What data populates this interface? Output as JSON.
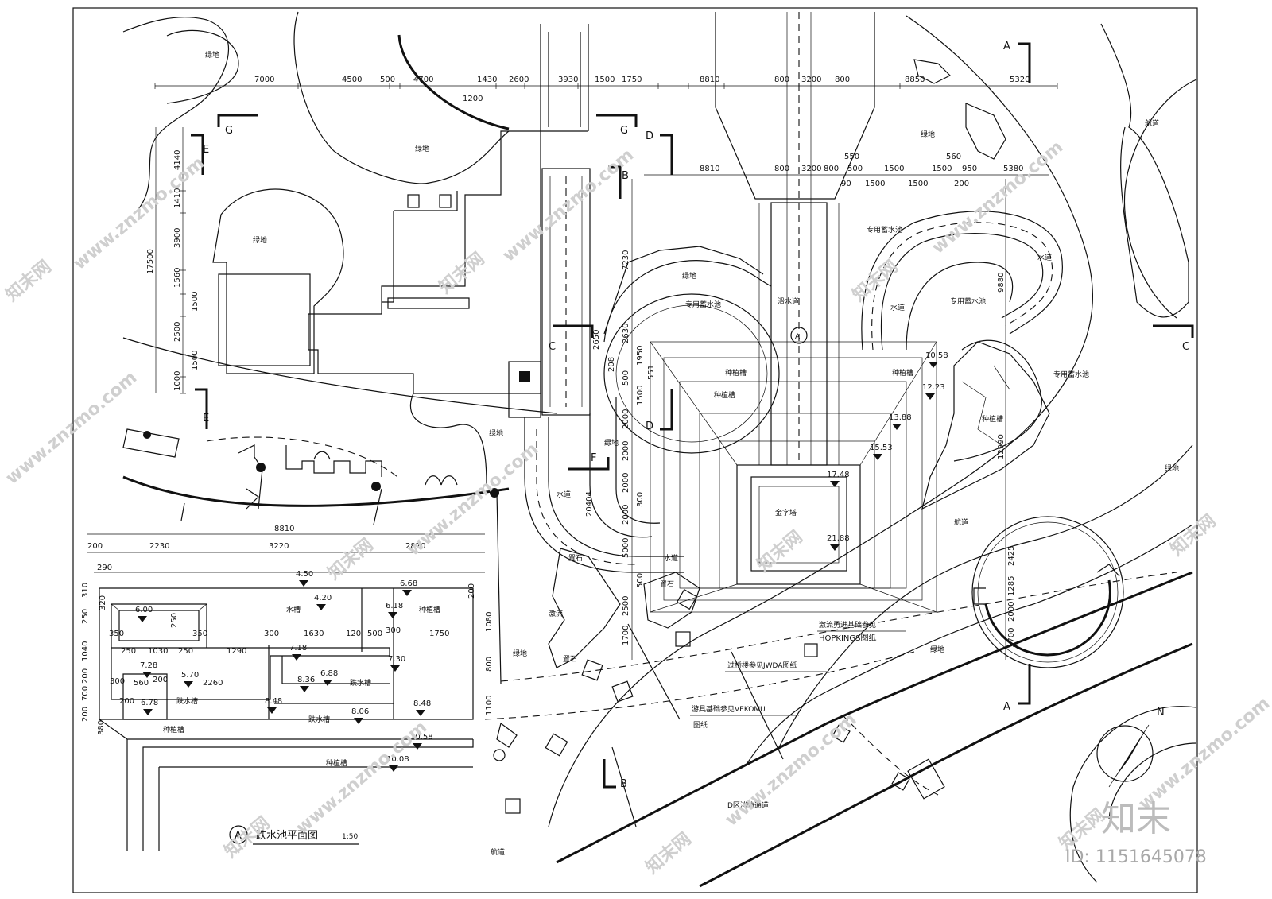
{
  "plan": {
    "top_dims": [
      "7000",
      "4500",
      "500",
      "4700",
      "1430",
      "2600",
      "3930",
      "1500",
      "1750",
      "8810",
      "800",
      "3200",
      "800",
      "8850",
      "5320"
    ],
    "top_dims2": [
      "1200",
      "8810",
      "800",
      "3200",
      "800",
      "500",
      "1500",
      "1500",
      "950",
      "5380",
      "550",
      "560",
      "90",
      "1500",
      "1500",
      "200"
    ],
    "left_dims": [
      "4140",
      "1410",
      "3900",
      "1560",
      "1500",
      "2500",
      "1500",
      "1000"
    ],
    "left_total": "17500",
    "mid_dims": [
      "7230",
      "2650",
      "2630",
      "1950",
      "551",
      "500",
      "1500",
      "2000",
      "2000",
      "2000",
      "300",
      "2000",
      "5000",
      "500",
      "2500",
      "1700",
      "208"
    ],
    "vert_dims_right": [
      "9880",
      "12990",
      "2425",
      "1285",
      "2000",
      "1700"
    ],
    "vert_dim_centre": "20404",
    "elevations": [
      "10.58",
      "12.23",
      "13.88",
      "15.53",
      "17.48",
      "21.88"
    ],
    "area_labels": {
      "green": "绿地",
      "waterway": "水道",
      "slide": "滑水道",
      "pool": "专用蓄水池",
      "planter": "种植槽",
      "pyramid": "金字塔",
      "rock": "置石",
      "rapids": "激流",
      "path": "航道",
      "fireroad": "D区消防通道"
    },
    "notes": {
      "rapids_1": "激流勇进基础参见",
      "rapids_2": "HOPKINGS图纸",
      "bridge": "过桥楼参见JWDA图纸",
      "ride_1": "游具基础参见VEKOMU",
      "ride_2": "图纸"
    },
    "section_marks": [
      "A",
      "B",
      "C",
      "D",
      "E",
      "F",
      "G"
    ]
  },
  "detail": {
    "top_total": "8810",
    "top_dims": [
      "200",
      "2230",
      "3220",
      "2870"
    ],
    "row2_dims": [
      "290"
    ],
    "left_dims": [
      "310",
      "320",
      "250",
      "1040",
      "200",
      "700",
      "200",
      "380"
    ],
    "right_dims": [
      "200",
      "1080",
      "800",
      "1100"
    ],
    "inner_dims": [
      "350",
      "250",
      "350",
      "250",
      "1030",
      "250",
      "1290",
      "300",
      "1630",
      "120",
      "500",
      "300",
      "1750",
      "300",
      "560",
      "200",
      "200",
      "2260"
    ],
    "elevations": [
      "4.50",
      "4.20",
      "6.68",
      "6.18",
      "6.00",
      "7.18",
      "7.30",
      "7.28",
      "5.70",
      "8.36",
      "6.88",
      "6.78",
      "8.48",
      "8.48",
      "8.06",
      "10.58",
      "10.08"
    ],
    "labels": {
      "tank": "水槽",
      "planter": "种植槽",
      "cascade": "跌水槽"
    },
    "title_circle": "A",
    "title": "跌水池平面图",
    "scale": "1:50"
  },
  "north": "N",
  "watermark": {
    "site": "www.znzmo.com",
    "cn": "知末网",
    "brand": "知末",
    "id": "ID: 1151645078"
  }
}
